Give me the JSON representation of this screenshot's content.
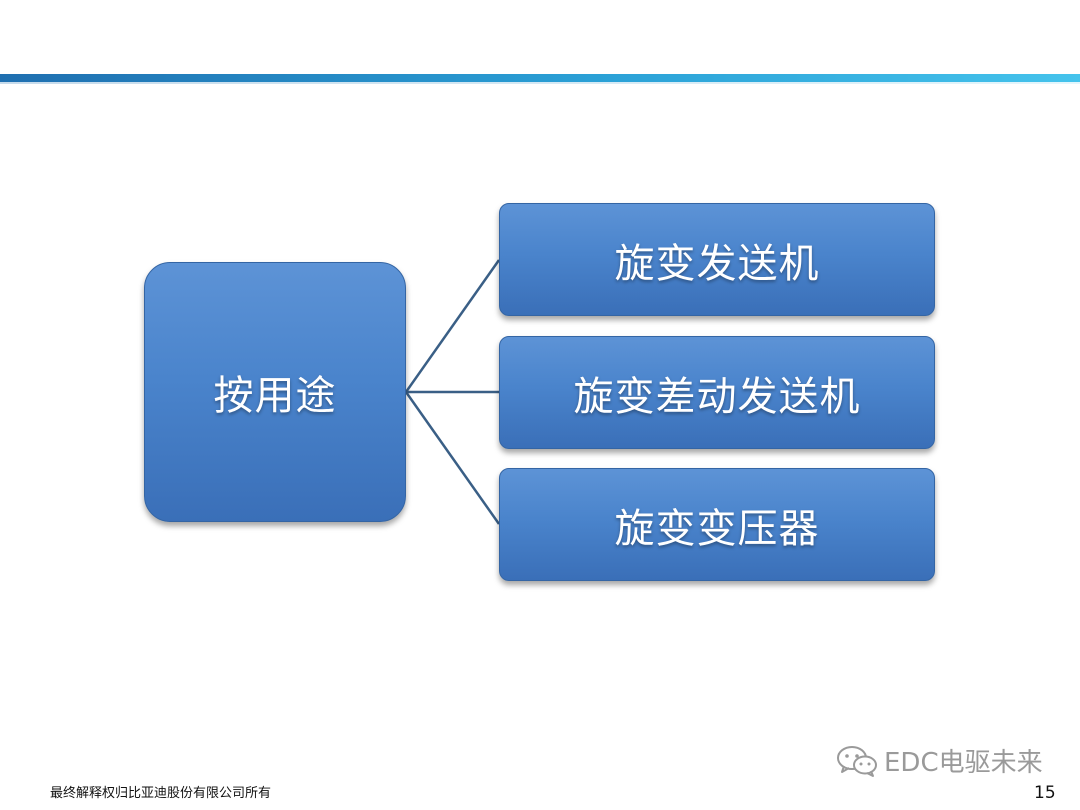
{
  "diagram": {
    "root": {
      "label": "按用途"
    },
    "children": [
      {
        "label": "旋变发送机"
      },
      {
        "label": "旋变差动发送机"
      },
      {
        "label": "旋变变压器"
      }
    ]
  },
  "footer": {
    "copyright": "最终解释权归比亚迪股份有限公司所有",
    "watermark": "EDC电驱未来",
    "page_number": "15"
  },
  "colors": {
    "header_bar": "#2a9bd4",
    "box_fill": "#4a84cc",
    "connector": "#3a5f86"
  }
}
